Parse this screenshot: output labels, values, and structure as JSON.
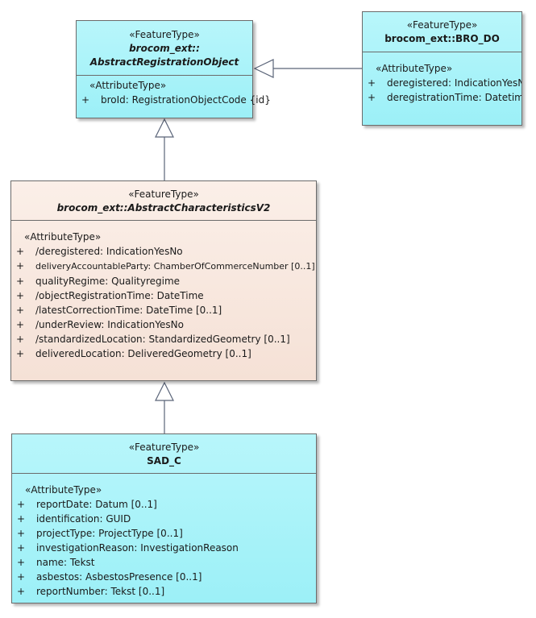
{
  "diagram": {
    "abstract_registration_object": {
      "stereotype": "«FeatureType»",
      "name_line1": "brocom_ext::",
      "name_line2": "AbstractRegistrationObject",
      "attr_stereotype": "«AttributeType»",
      "attributes": [
        {
          "vis": "+",
          "text": "broId: RegistrationObjectCode {id}"
        }
      ]
    },
    "bro_do": {
      "stereotype": "«FeatureType»",
      "name": "brocom_ext::BRO_DO",
      "attr_stereotype": "«AttributeType»",
      "attributes": [
        {
          "vis": "+",
          "text": "deregistered: IndicationYesNo"
        },
        {
          "vis": "+",
          "text": "deregistrationTime: Datetime"
        }
      ]
    },
    "abstract_characteristics": {
      "stereotype": "«FeatureType»",
      "name": "brocom_ext::AbstractCharacteristicsV2",
      "attr_stereotype": "«AttributeType»",
      "attributes": [
        {
          "vis": "+",
          "text": "/deregistered: IndicationYesNo"
        },
        {
          "vis": "+",
          "text": "deliveryAccountableParty: ChamberOfCommerceNumber [0..1]"
        },
        {
          "vis": "+",
          "text": "qualityRegime: Qualityregime"
        },
        {
          "vis": "+",
          "text": "/objectRegistrationTime: DateTime"
        },
        {
          "vis": "+",
          "text": "/latestCorrectionTime: DateTime [0..1]"
        },
        {
          "vis": "+",
          "text": "/underReview: IndicationYesNo"
        },
        {
          "vis": "+",
          "text": "/standardizedLocation: StandardizedGeometry [0..1]"
        },
        {
          "vis": "+",
          "text": "deliveredLocation: DeliveredGeometry [0..1]"
        }
      ]
    },
    "sad_c": {
      "stereotype": "«FeatureType»",
      "name": "SAD_C",
      "attr_stereotype": "«AttributeType»",
      "attributes": [
        {
          "vis": "+",
          "text": "reportDate: Datum [0..1]"
        },
        {
          "vis": "+",
          "text": "identification: GUID"
        },
        {
          "vis": "+",
          "text": "projectType: ProjectType [0..1]"
        },
        {
          "vis": "+",
          "text": "investigationReason: InvestigationReason"
        },
        {
          "vis": "+",
          "text": "name: Tekst"
        },
        {
          "vis": "+",
          "text": "asbestos: AsbestosPresence [0..1]"
        },
        {
          "vis": "+",
          "text": "reportNumber: Tekst [0..1]"
        }
      ]
    }
  }
}
